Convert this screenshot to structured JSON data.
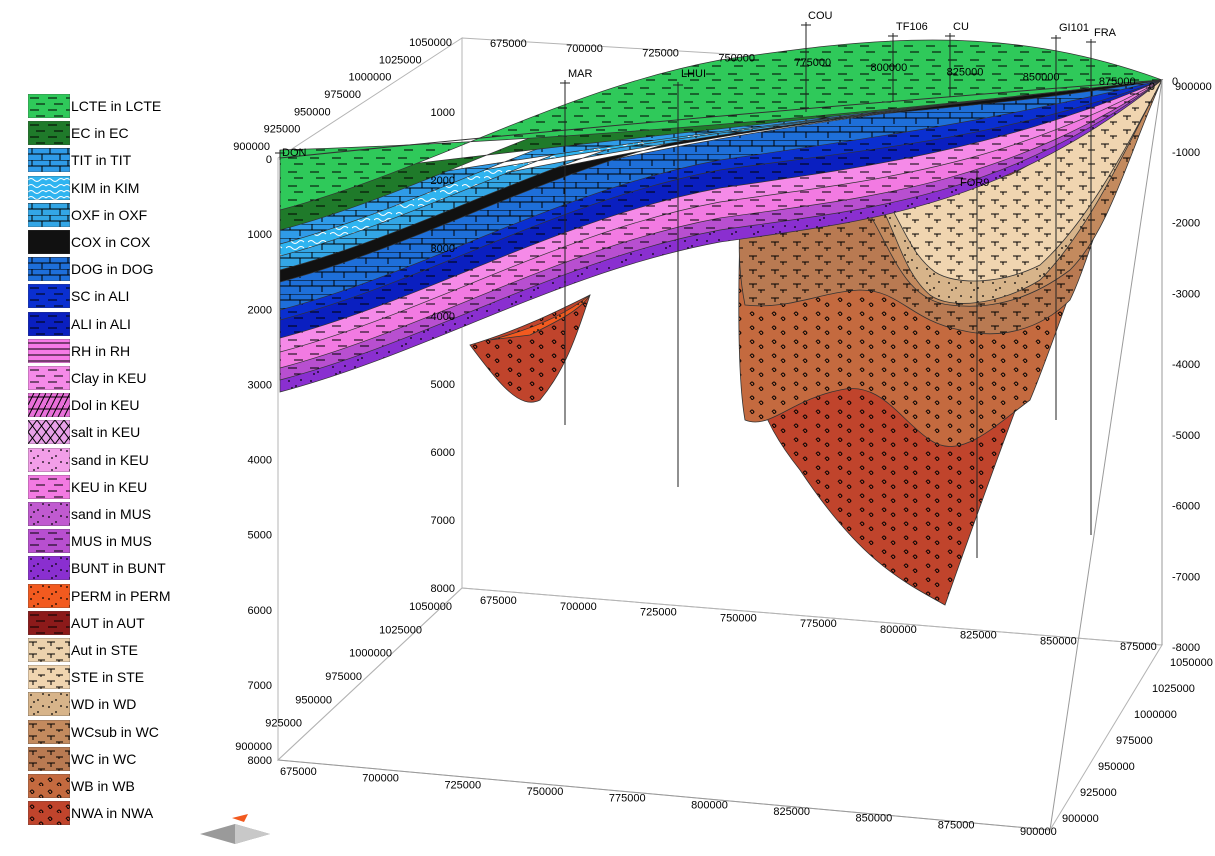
{
  "legend": [
    {
      "label": "LCTE in LCTE",
      "color": "#2fc95a",
      "pattern": "dash"
    },
    {
      "label": "EC in EC",
      "color": "#1f7a2a",
      "pattern": "dash"
    },
    {
      "label": "TIT in TIT",
      "color": "#2f9be8",
      "pattern": "brick"
    },
    {
      "label": "KIM in KIM",
      "color": "#2fb4f0",
      "pattern": "wave"
    },
    {
      "label": "OXF in OXF",
      "color": "#33a6e6",
      "pattern": "brick"
    },
    {
      "label": "COX in COX",
      "color": "#111111",
      "pattern": "none"
    },
    {
      "label": "DOG in DOG",
      "color": "#1e6fd9",
      "pattern": "brick"
    },
    {
      "label": "SC in ALI",
      "color": "#0a2fd0",
      "pattern": "dash"
    },
    {
      "label": "ALI in ALI",
      "color": "#0a1fc0",
      "pattern": "dash"
    },
    {
      "label": "RH in RH",
      "color": "#f57ae6",
      "pattern": "line"
    },
    {
      "label": "Clay in KEU",
      "color": "#f58ae8",
      "pattern": "dash"
    },
    {
      "label": "Dol in KEU",
      "color": "#e86fd9",
      "pattern": "hatch"
    },
    {
      "label": "salt in KEU",
      "color": "#e8a0e8",
      "pattern": "salt"
    },
    {
      "label": "sand in KEU",
      "color": "#f29ee8",
      "pattern": "dots"
    },
    {
      "label": "KEU in KEU",
      "color": "#f27ae2",
      "pattern": "dash"
    },
    {
      "label": "sand in MUS",
      "color": "#c05ad0",
      "pattern": "dots"
    },
    {
      "label": "MUS in MUS",
      "color": "#b84fd0",
      "pattern": "dash"
    },
    {
      "label": "BUNT in BUNT",
      "color": "#8a2fd0",
      "pattern": "dots"
    },
    {
      "label": "PERM in PERM",
      "color": "#f25a1f",
      "pattern": "dots"
    },
    {
      "label": "AUT in AUT",
      "color": "#8c1a1a",
      "pattern": "dash"
    },
    {
      "label": "Aut in STE",
      "color": "#ecd2ad",
      "pattern": "tee"
    },
    {
      "label": "STE in STE",
      "color": "#f0d5b0",
      "pattern": "tee"
    },
    {
      "label": "WD in WD",
      "color": "#d7b48a",
      "pattern": "dots"
    },
    {
      "label": "WCsub in WC",
      "color": "#c38a5e",
      "pattern": "tee"
    },
    {
      "label": "WC in WC",
      "color": "#b97a52",
      "pattern": "tee"
    },
    {
      "label": "WB in WB",
      "color": "#c46a3f",
      "pattern": "curl"
    },
    {
      "label": "NWA in NWA",
      "color": "#c0442c",
      "pattern": "curl"
    }
  ],
  "wells": [
    "DON",
    "MAR",
    "LHUI",
    "COU",
    "TF106",
    "CU",
    "GI101",
    "FRA",
    "FOR9"
  ],
  "axes": {
    "back_top_x": [
      "675000",
      "700000",
      "725000",
      "750000",
      "775000",
      "800000",
      "825000",
      "850000",
      "875000",
      "900000"
    ],
    "back_floor_x": [
      "675000",
      "700000",
      "725000",
      "750000",
      "775000",
      "800000",
      "825000",
      "850000",
      "875000"
    ],
    "front_x": [
      "675000",
      "700000",
      "725000",
      "750000",
      "775000",
      "800000",
      "825000",
      "850000",
      "875000",
      "900000"
    ],
    "y_left_top": [
      "1050000",
      "1025000",
      "1000000",
      "975000",
      "950000",
      "925000",
      "900000"
    ],
    "y_left_floor": [
      "1050000",
      "1025000",
      "1000000",
      "975000",
      "950000",
      "925000",
      "900000"
    ],
    "y_right_floor": [
      "1050000",
      "1025000",
      "1000000",
      "975000",
      "950000",
      "925000",
      "900000"
    ],
    "depth_back": [
      "1000",
      "2000",
      "3000",
      "4000",
      "5000",
      "6000",
      "7000",
      "8000"
    ],
    "depth_left_front": [
      "0",
      "1000",
      "2000",
      "3000",
      "4000",
      "5000",
      "6000",
      "7000",
      "8000"
    ],
    "depth_right": [
      "0",
      "-1000",
      "-2000",
      "-3000",
      "-4000",
      "-5000",
      "-6000",
      "-7000",
      "-8000"
    ],
    "origin_z": "0"
  }
}
